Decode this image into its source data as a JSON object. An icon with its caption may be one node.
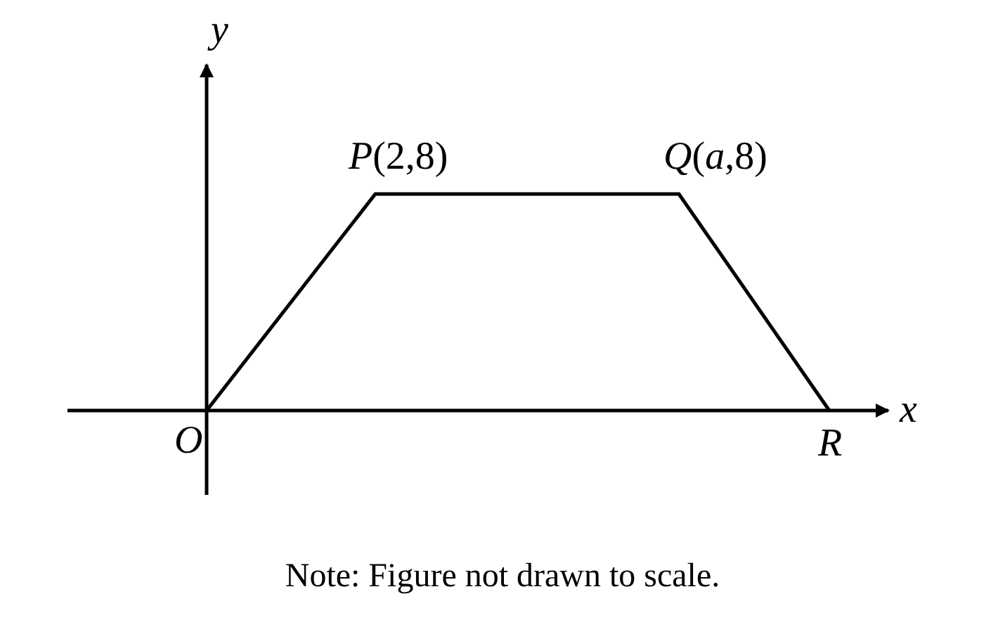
{
  "diagram": {
    "caption": "Note: Figure not drawn to scale.",
    "labels": [
      "*y*",
      "*P*(2,8)",
      "*Q*(*a*,8)",
      "*x*",
      "*O*",
      "*R*"
    ]
  }
}
